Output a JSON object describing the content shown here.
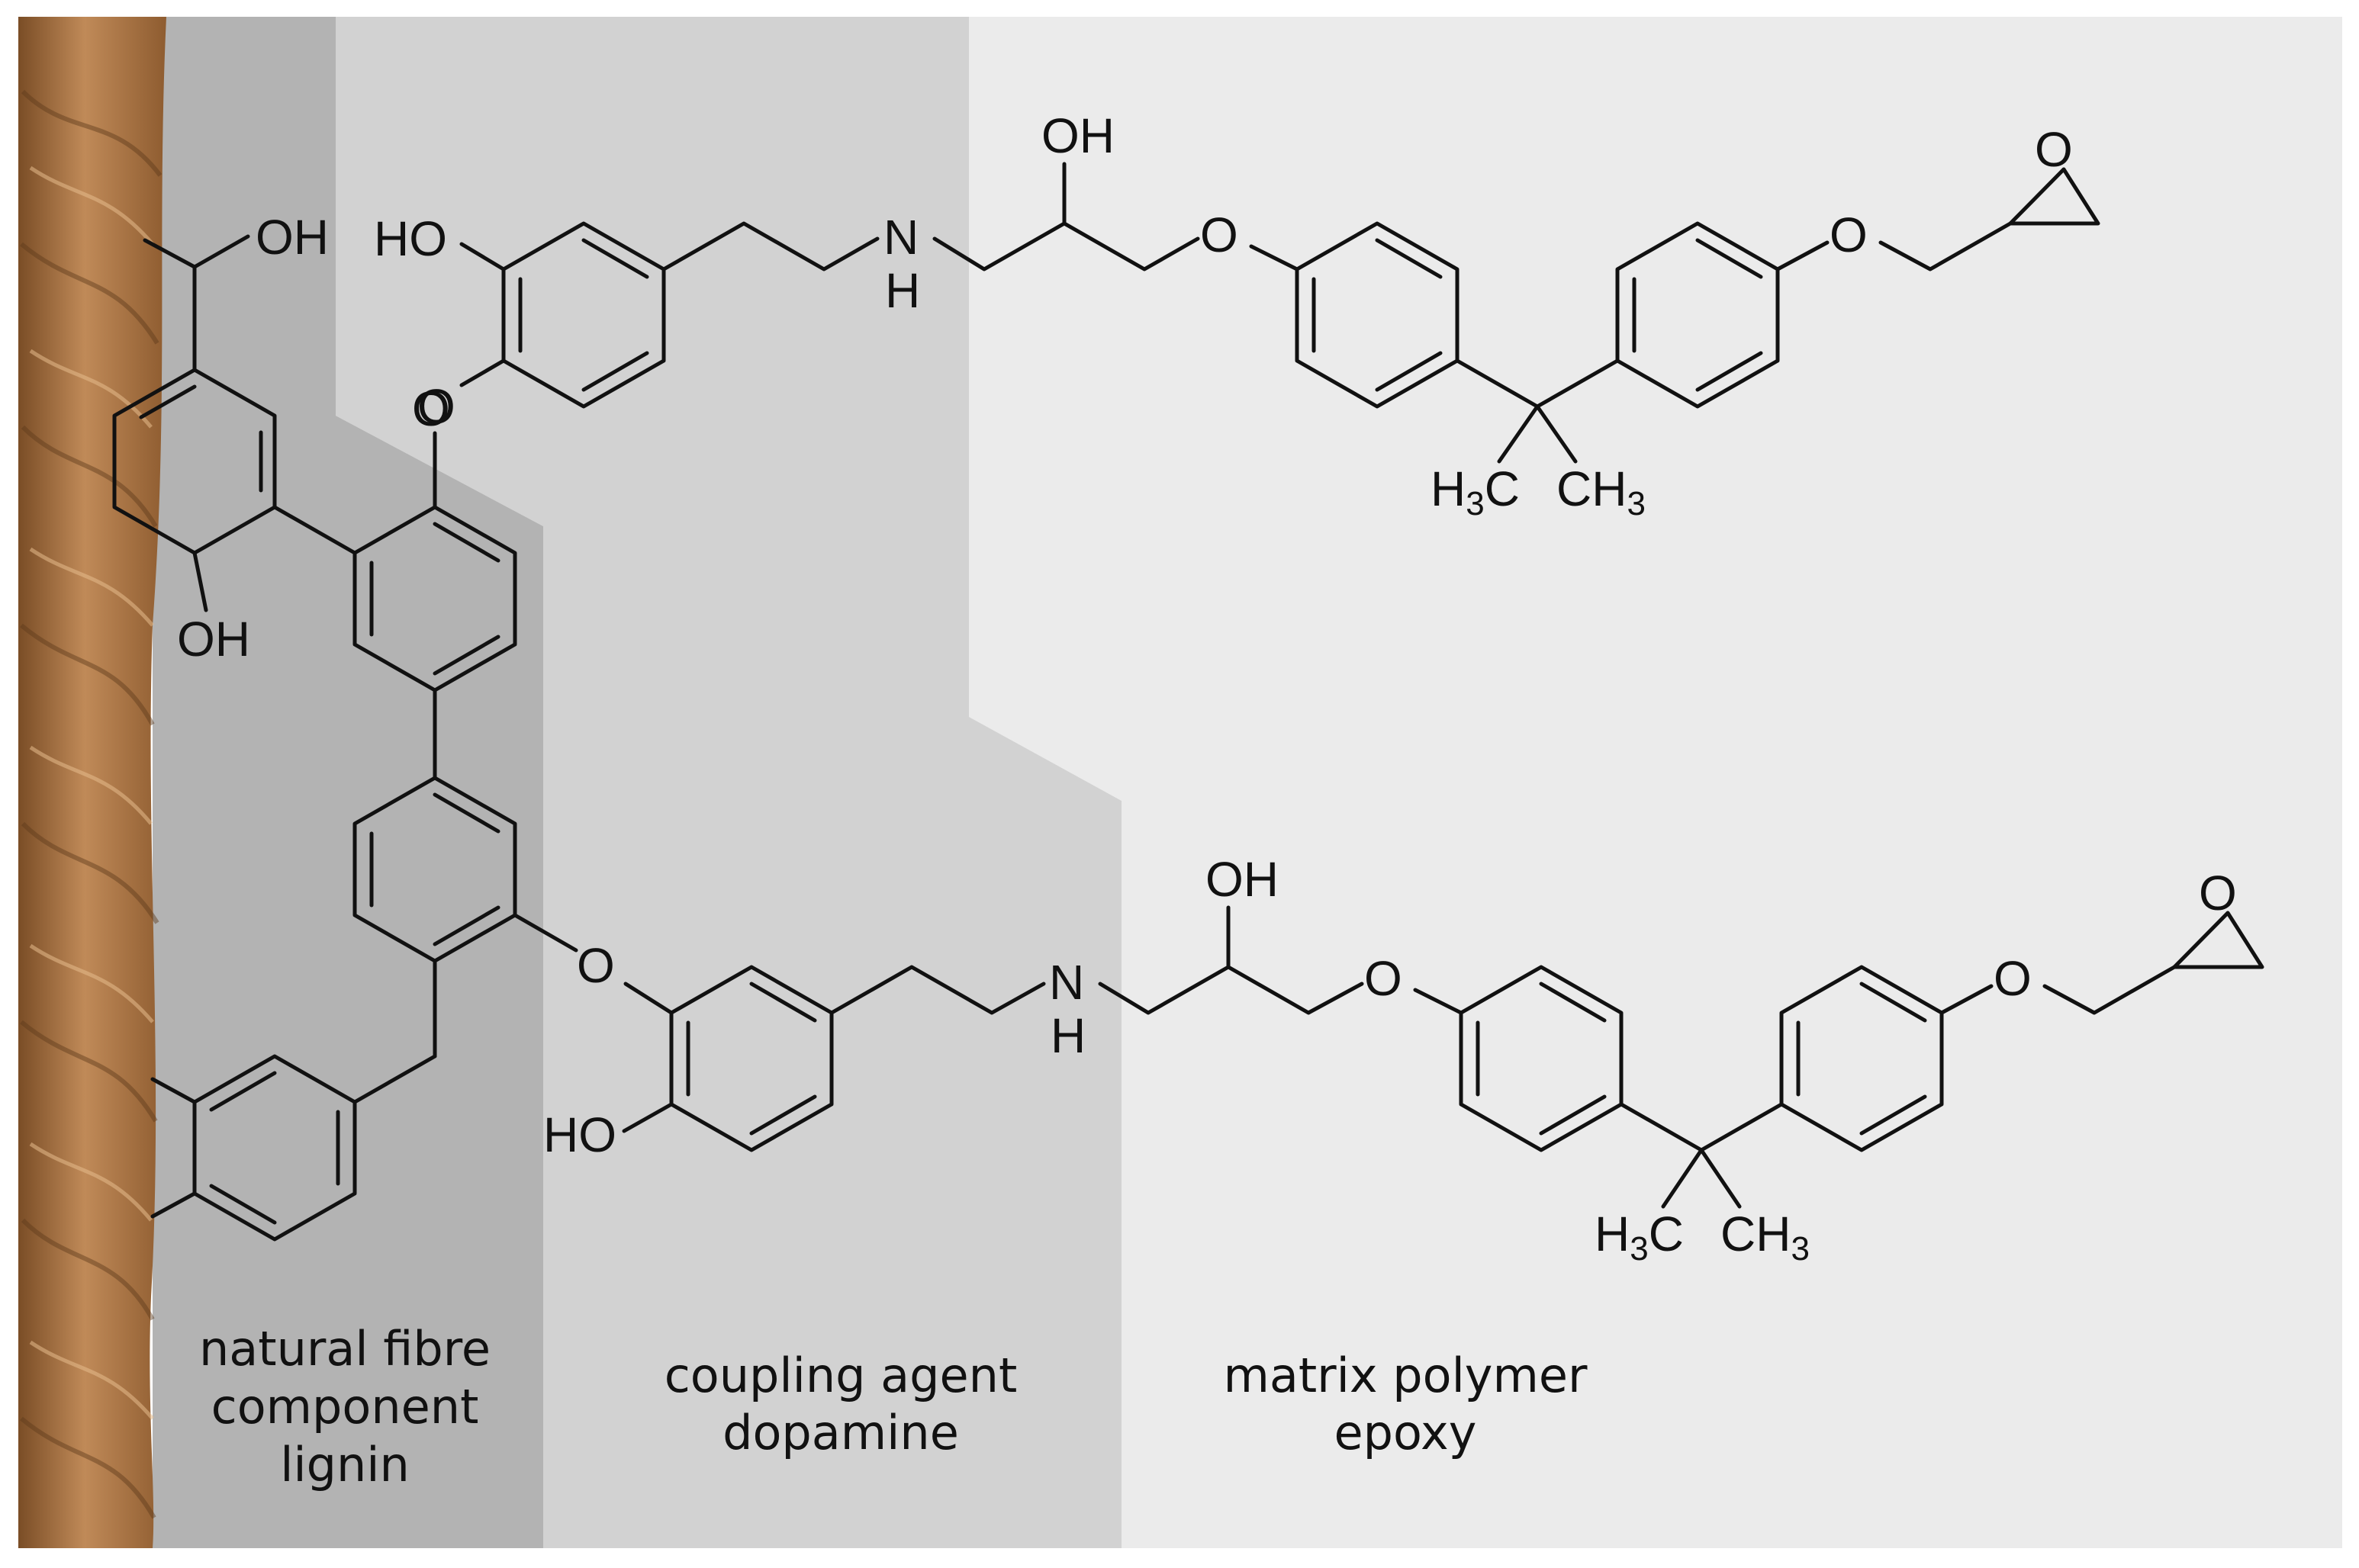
{
  "colors": {
    "page": "#ffffff",
    "fibre_region": "#b3b3b3",
    "coupling_region": "#d2d2d2",
    "matrix_region": "#ebebeb",
    "bond": "#111111",
    "fibre_dark": "#8a5a2e",
    "fibre_light": "#c58f5e"
  },
  "regions": [
    {
      "id": "fibre",
      "lines": [
        "natural fibre",
        "component",
        "lignin"
      ]
    },
    {
      "id": "coupling",
      "lines": [
        "coupling agent",
        "dopamine"
      ]
    },
    {
      "id": "matrix",
      "lines": [
        "matrix polymer",
        "epoxy"
      ]
    }
  ],
  "atom_labels": {
    "oh": "OH",
    "ho": "HO",
    "o": "O",
    "n": "N",
    "h": "H",
    "h3c_h": "H",
    "h3c_sub": "3",
    "h3c_c": "C",
    "ch3_ch": "CH",
    "ch3_sub": "3"
  }
}
